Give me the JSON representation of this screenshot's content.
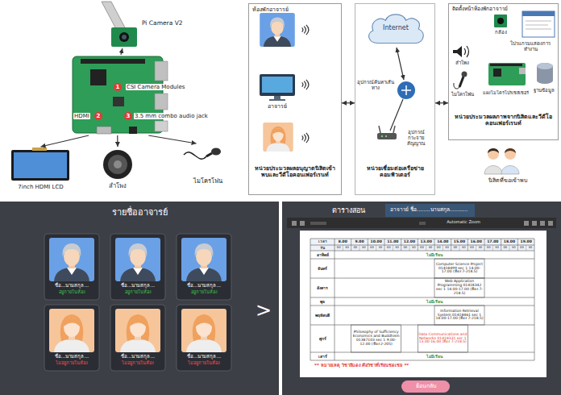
{
  "diagram": {
    "nodes": [
      {
        "text": [
          "Pi Camera V2"
        ]
      },
      {
        "text": [
          "CSI Camera Modules",
          "HDMI",
          "3.5 mm combo audio jack"
        ]
      },
      {
        "text": [
          "7inch HDMI LCD"
        ]
      },
      {
        "text": [
          "ลำโพง"
        ]
      },
      {
        "text": [
          "ไมโครโฟน"
        ]
      },
      {
        "text": [
          "ห้องพักอาจารย์",
          "หน่วยประมวลผลอนุญาตนิสิตเข้าพบและวีดีโอคอนเฟอร์เรนท์"
        ]
      },
      {
        "text": [
          "หน่วยเชื่อมต่อเครือข่ายคอมพิวเตอร์"
        ]
      },
      {
        "text": [
          "Internet"
        ],
        "in": 6
      },
      {
        "text": [
          "ติดตั้งหน้าห้องพักอาจารย์",
          "หน่วยประมวลผลภาพจากนิสิตและวีดีโอคอนเฟอร์เรนท์"
        ]
      },
      {
        "text": [
          "รายชื่ออาจารย์"
        ]
      },
      {
        "text": [
          "ชื่อ...นามสกุล...",
          "อยู่ภายในห้อง"
        ],
        "in": 9
      },
      {
        "text": [
          "ชื่อ...นามสกุล...",
          "อยู่ภายในห้อง"
        ],
        "in": 9
      },
      {
        "text": [
          "ชื่อ...นามสกุล...",
          "อยู่ภายในห้อง"
        ],
        "in": 9
      },
      {
        "text": [
          "ชื่อ...นามสกุล...",
          "ไม่อยู่ภายในห้อง"
        ],
        "in": 9
      },
      {
        "text": [
          "ชื่อ...นามสกุล...",
          "ไม่อยู่ภายในห้อง"
        ],
        "in": 9
      },
      {
        "text": [
          "ชื่อ...นามสกุล...",
          "ไม่อยู่ภายในห้อง"
        ],
        "in": 9
      },
      {
        "text": [
          "ตารางสอน"
        ]
      },
      {
        "text": [
          "อาจารย์ ชื่อ........นามสกุล..........."
        ],
        "in": 16
      },
      {
        "text": [
          "ย้อนกลับ"
        ],
        "in": 16
      }
    ],
    "edges": [
      {
        "from": 1,
        "to": 0,
        "arrow": "to"
      },
      {
        "from": 1,
        "to": 2,
        "arrow": "to"
      },
      {
        "from": 1,
        "to": 3,
        "arrow": "to"
      },
      {
        "from": 1,
        "to": 4,
        "arrow": "to"
      },
      {
        "from": 5,
        "to": 6,
        "arrow": "both"
      },
      {
        "from": 6,
        "to": 8,
        "arrow": "both"
      }
    ],
    "labels": [
      "1",
      "2",
      "3",
      "อาจารย์",
      "อุปกรณ์ค้นหาเส้นทาง",
      "อุปกรณ์กระจายสัญญาณ",
      "กล้อง",
      "โปรแกรมแสดงการทำงาน",
      "ลำโพง",
      "ไมโครโฟน",
      "แผงไมโครโปรเซสเซอร์",
      "ฐานข้อมูล",
      "นิสิตที่ขอเข้าพบ",
      ">",
      "Automatic Zoom",
      "เวลา",
      "8.00",
      "9.00",
      "10.00",
      "11.00",
      "12.00",
      "13.00",
      "14.00",
      "15.00",
      "16.00",
      "17.00",
      "18.00",
      "19.00",
      "วัน",
      "00",
      "30",
      "00",
      "30",
      "00",
      "30",
      "00",
      "30",
      "00",
      "30",
      "00",
      "30",
      "00",
      "30",
      "00",
      "30",
      "00",
      "30",
      "00",
      "30",
      "00",
      "30",
      "00",
      "30",
      "อาทิตย์",
      "จันทร์",
      "อังคาร",
      "พุธ",
      "พฤหัสบดี",
      "ศุกร์",
      "เสาร์",
      "ไม่มีเรียน",
      "Computer Science Project 01418499 sec 1 14.00-17.00 (ห้อง 7-218.5)",
      "Web Application Programming 01418342 sec 1 14.00-17.00 (ห้อง 7-218.5)",
      "ไม่มีเรียน",
      "Information Retrieval System 01418461 sec 1 14.00-17.00 (ห้อง 7-218.5)",
      "Philosophy of Sufficiency Economics and Buddhism 01387103 sec 1 9.00-12.00 (ห้อง 2-205)",
      "Data Communications and Networks 01418331 sec 1 13.00-16.00 (ห้อง 7-218.5)",
      "ไม่มีเรียน",
      "** หมายเหตุ วิชาสีแดง คือวิชาที่เรียนชดเชย **"
    ]
  }
}
